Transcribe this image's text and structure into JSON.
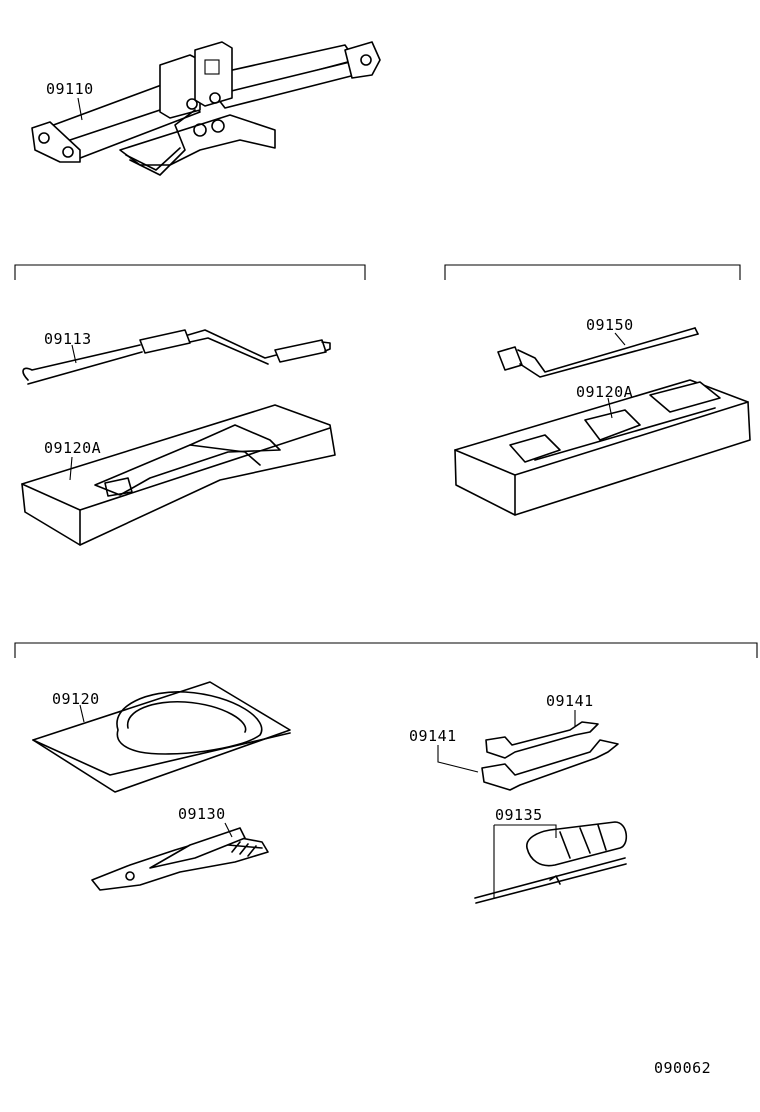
{
  "diagram": {
    "part_labels": {
      "jack": "09110",
      "jack_handle": "09113",
      "tray_left": "09120A",
      "wheel_wrench": "09150",
      "tray_right": "09120A",
      "tool_bag": "09120",
      "pliers": "09130",
      "wrench_top": "09141",
      "wrench_bottom": "09141",
      "screwdriver": "09135"
    },
    "drawing_number": "090062"
  }
}
